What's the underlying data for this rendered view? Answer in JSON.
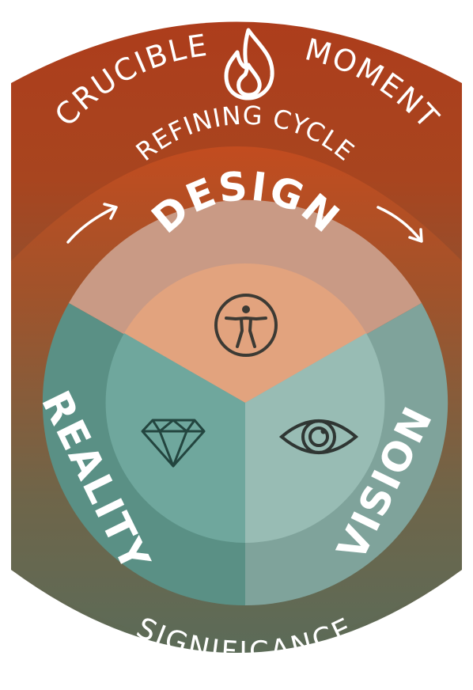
{
  "diagram": {
    "top_left_label": "CRUCIBLE",
    "top_right_label": "MOMENT",
    "cycle_label": "REFINING CYCLE",
    "design_label": "DESIGN",
    "reality_label": "REALITY",
    "vision_label": "VISION",
    "bottom_label": "SIGNIFICANCE",
    "icons": {
      "top": "flame-icon",
      "design": "vitruvian-figure-icon",
      "reality": "diamond-icon",
      "vision": "eye-icon"
    },
    "colors": {
      "outer_top": "#b0401c",
      "outer_bottom": "#5d6c58",
      "design_outer": "#c99a85",
      "design_inner": "#e2a37e",
      "reality_outer": "#5a9085",
      "reality_inner": "#6fa79d",
      "vision_outer": "#7fa39b",
      "vision_inner": "#98bcb4",
      "icon_stroke": "#3c3a34"
    }
  }
}
